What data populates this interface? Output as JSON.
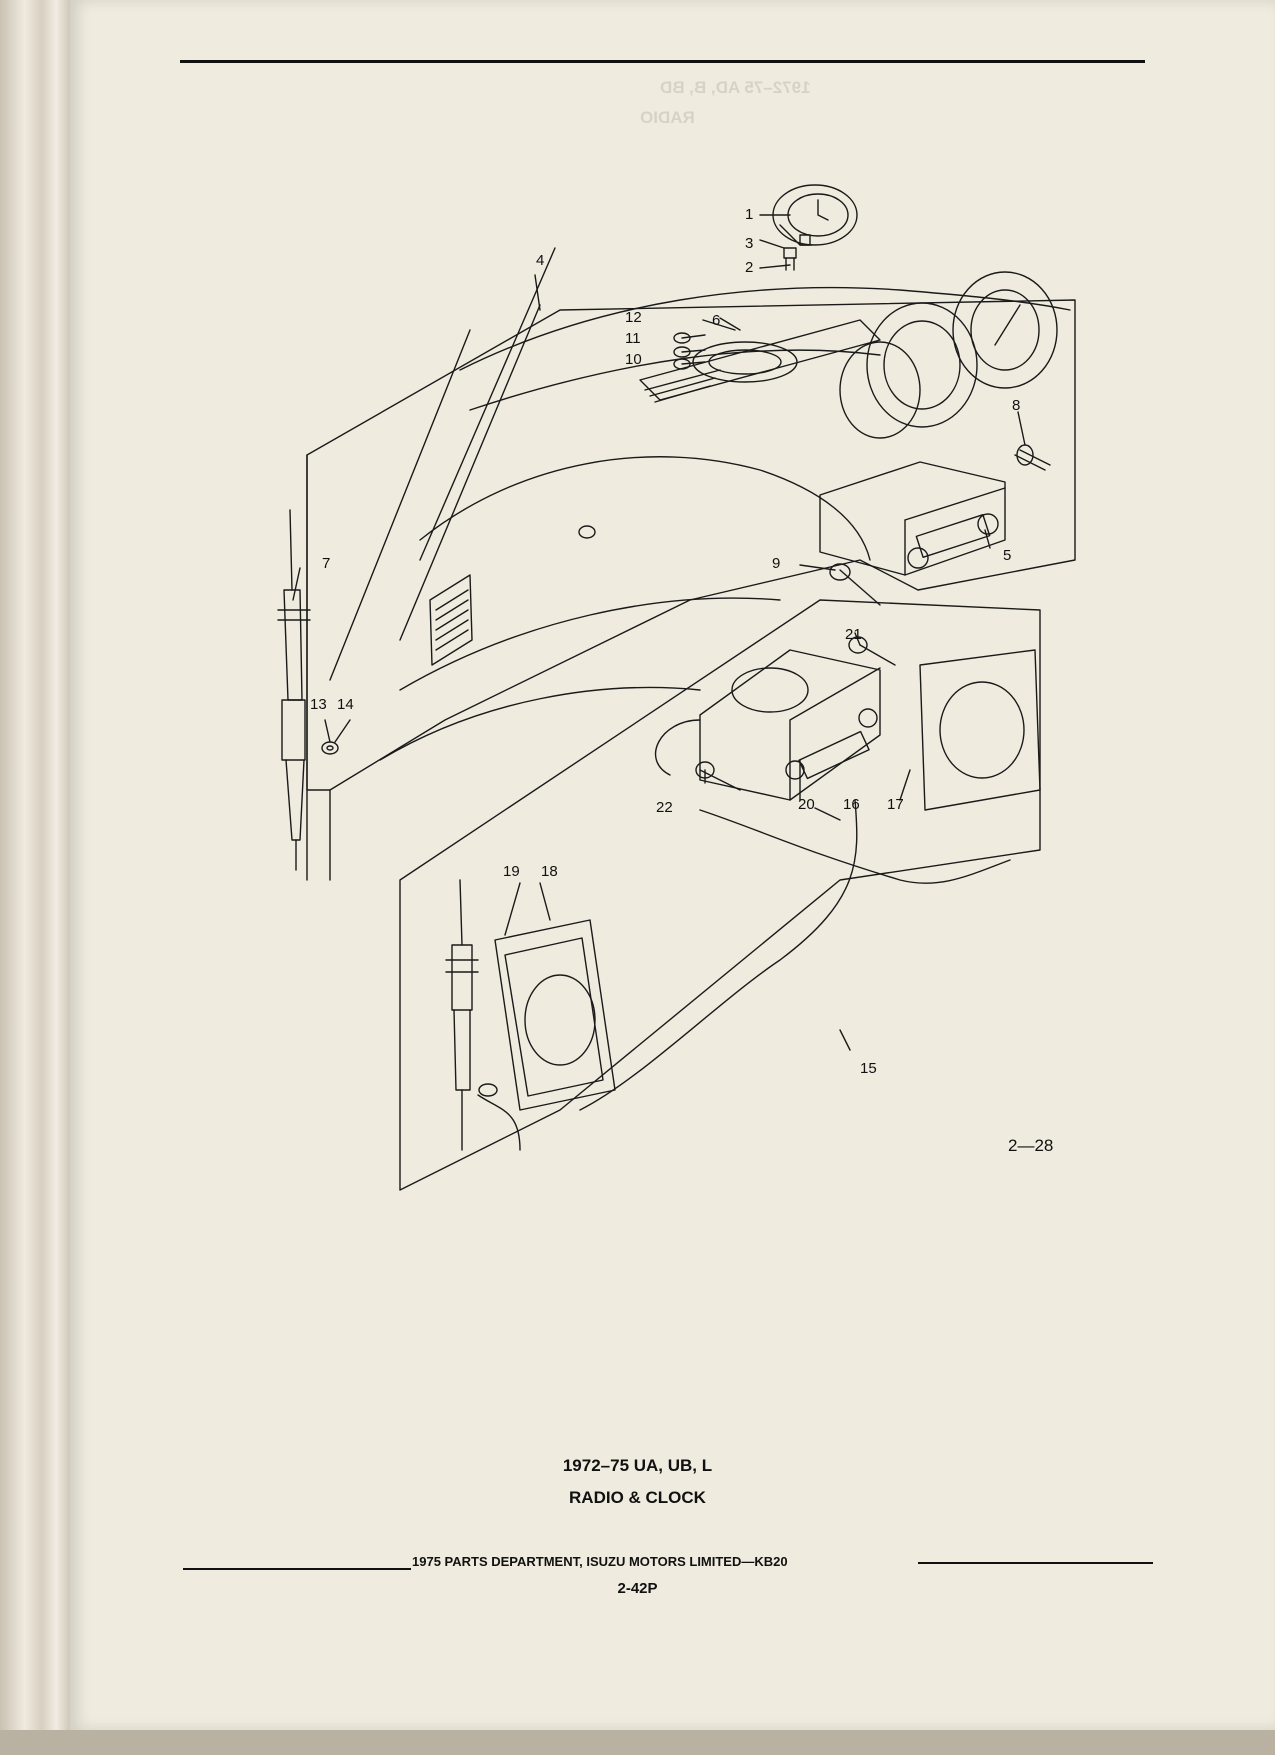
{
  "header": {
    "ghost_lines": [
      "1972–75 AD, B, BD",
      "RADIO"
    ]
  },
  "diagram": {
    "callouts": [
      "1",
      "2",
      "3",
      "4",
      "5",
      "6",
      "7",
      "8",
      "9",
      "10",
      "11",
      "12",
      "13",
      "14",
      "15",
      "16",
      "17",
      "18",
      "19",
      "20",
      "21",
      "22"
    ],
    "figure_code": "2—28"
  },
  "caption": {
    "line1": "1972–75 UA, UB, L",
    "line2": "RADIO & CLOCK"
  },
  "footer": {
    "publisher": "1975 PARTS DEPARTMENT, ISUZU MOTORS LIMITED—KB20",
    "page_number": "2-42P"
  },
  "colors": {
    "ink": "#111111",
    "paper": "#efebdf"
  }
}
